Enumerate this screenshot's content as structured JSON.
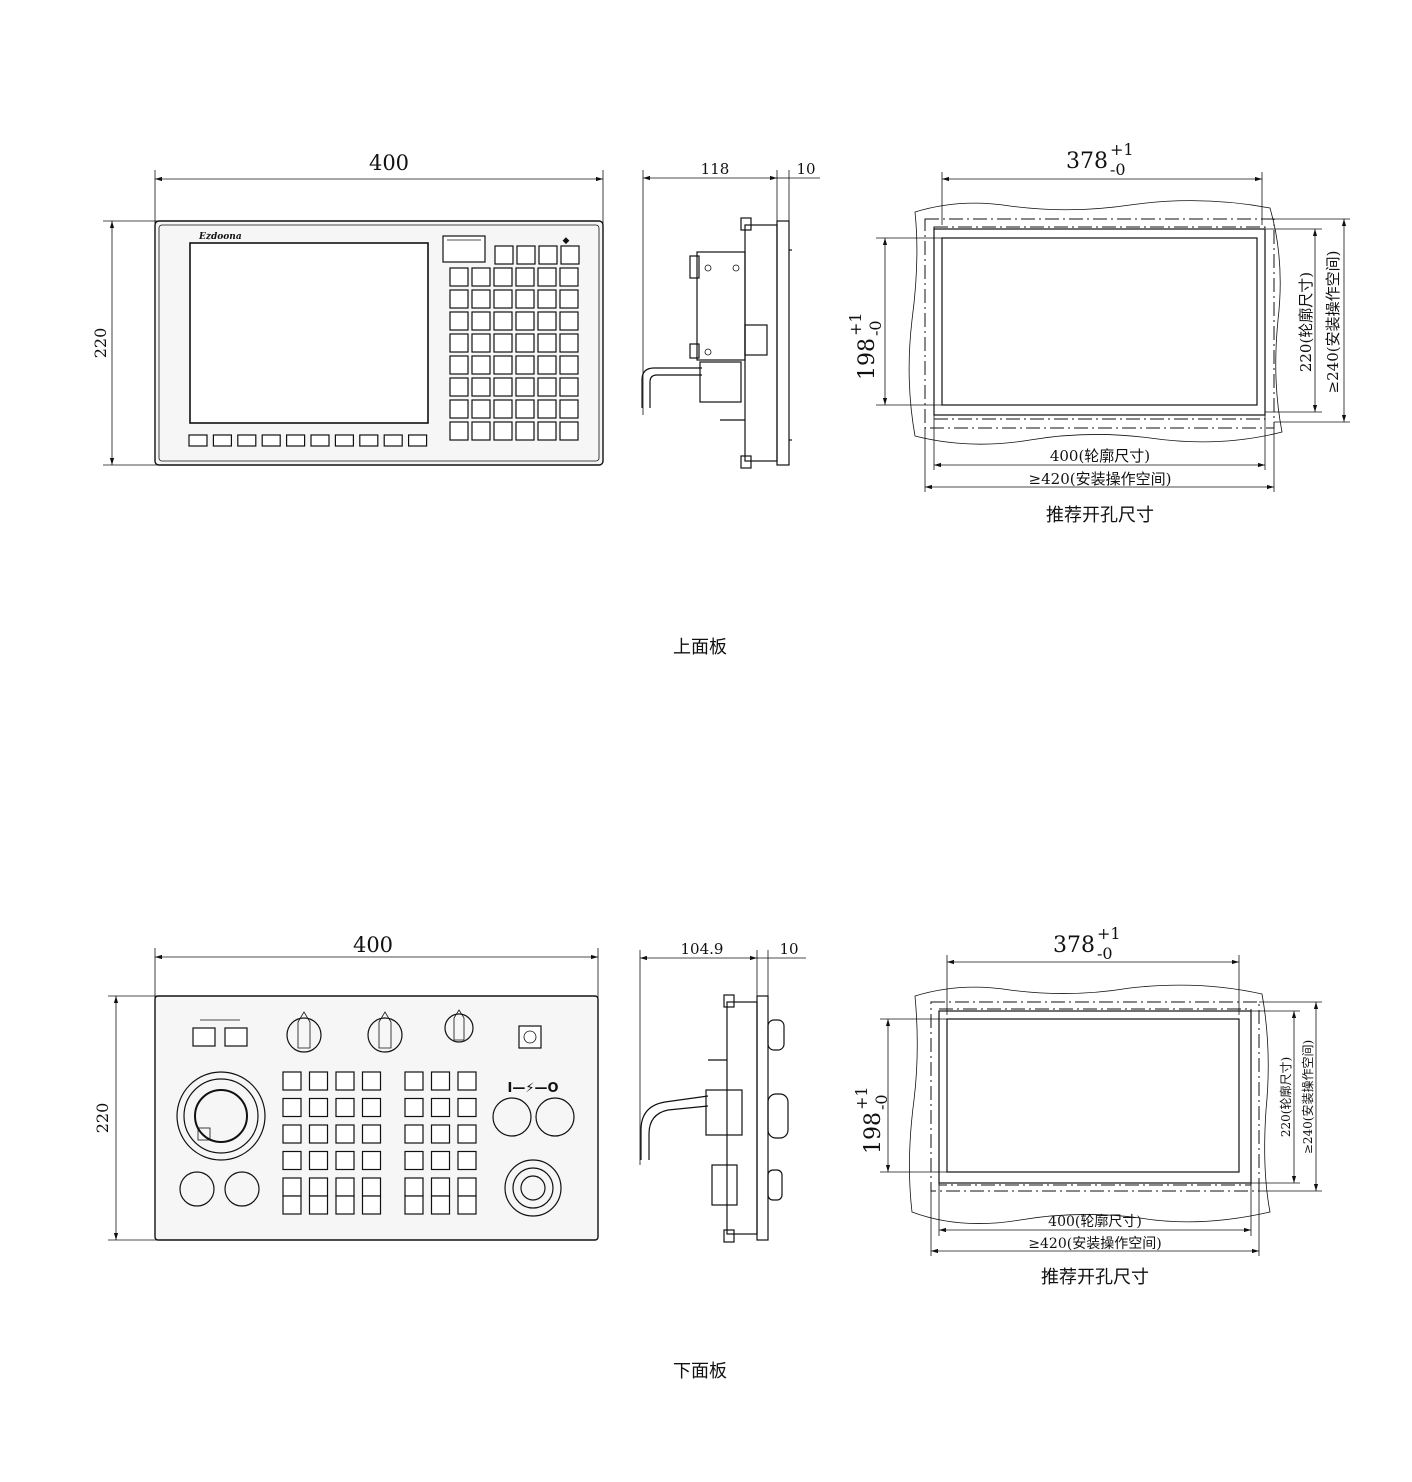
{
  "upper": {
    "caption": "上面板",
    "front": {
      "width_dim": "400",
      "height_dim": "220",
      "brand": "Ezdoona"
    },
    "side": {
      "depth_dim": "118",
      "thickness_dim": "10"
    },
    "cutout": {
      "width_base": "378",
      "width_tol_upper": "+1",
      "width_tol_lower": "-0",
      "height_base": "198",
      "height_tol_upper": "+1",
      "height_tol_lower": "-0",
      "outline_w": "400(轮廓尺寸)",
      "space_w": "≥420(安装操作空间)",
      "outline_h": "220(轮廓尺寸)",
      "space_h": "≥240(安装操作空间)",
      "title": "推荐开孔尺寸"
    }
  },
  "lower": {
    "caption": "下面板",
    "front": {
      "width_dim": "400",
      "height_dim": "220",
      "power_symbol": "I—⚡—O"
    },
    "side": {
      "depth_dim": "104.9",
      "thickness_dim": "10"
    },
    "cutout": {
      "width_base": "378",
      "width_tol_upper": "+1",
      "width_tol_lower": "-0",
      "height_base": "198",
      "height_tol_upper": "+1",
      "height_tol_lower": "-0",
      "outline_w": "400(轮廓尺寸)",
      "space_w": "≥420(安装操作空间)",
      "outline_h": "220(轮廓尺寸)",
      "space_h": "≥240(安装操作空间)",
      "title": "推荐开孔尺寸"
    }
  }
}
